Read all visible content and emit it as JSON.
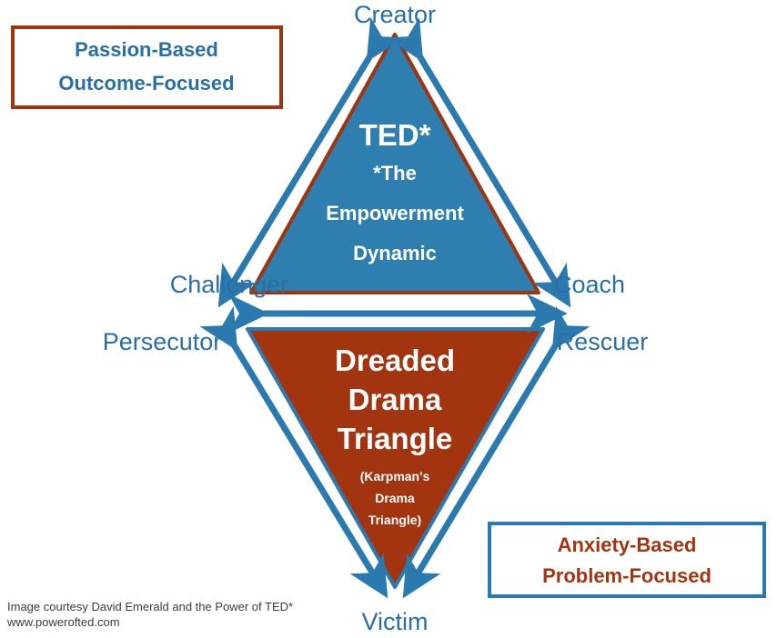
{
  "colors": {
    "blue_fill": "#2E7FB0",
    "blue_stroke": "#2A7AB0",
    "blue_text": "#2A6EA6",
    "red_fill": "#A33410",
    "red_stroke": "#9E3511",
    "red_text": "#A33410",
    "white": "#FFFFFF",
    "credit_text": "#3B3B3B",
    "background": "#FFFFFF"
  },
  "diagram": {
    "title": "TED* The Empowerment Dynamic vs Dreaded Drama Triangle",
    "top_triangle": {
      "heading": "TED*",
      "line1": "*The",
      "line2": "Empowerment",
      "line3": "Dynamic",
      "fill": "#2E7FB0",
      "stroke": "#9E3511"
    },
    "bottom_triangle": {
      "line1": "Dreaded",
      "line2": "Drama",
      "line3": "Triangle",
      "sub1": "(Karpman's",
      "sub2": "Drama",
      "sub3": "Triangle)",
      "fill": "#A33410",
      "stroke": "#2A7AB0"
    },
    "vertices": {
      "top": "Creator",
      "upper_left": "Challenger",
      "upper_right": "Coach",
      "lower_left": "Persecutor",
      "lower_right": "Rescuer",
      "bottom": "Victim"
    }
  },
  "callouts": {
    "top_left": {
      "line1": "Passion-Based",
      "line2": "Outcome-Focused",
      "border_color": "#A33410",
      "text_color": "#2A6EA6"
    },
    "bottom_right": {
      "line1": "Anxiety-Based",
      "line2": "Problem-Focused",
      "border_color": "#2A7AB0",
      "text_color": "#A33410"
    }
  },
  "credit": {
    "line1": "Image courtesy David Emerald and the Power of TED*",
    "line2": "www.powerofted.com"
  }
}
